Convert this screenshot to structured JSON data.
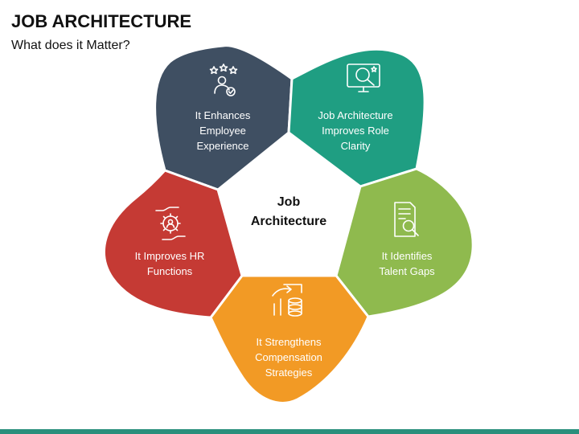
{
  "header": {
    "title": "JOB ARCHITECTURE",
    "subtitle": "What does it Matter?"
  },
  "center": {
    "line1": "Job",
    "line2": "Architecture"
  },
  "petals": [
    {
      "lines": [
        "It Enhances",
        "Employee",
        "Experience"
      ],
      "color": "#3f4f62",
      "icon": "employee-rating-icon"
    },
    {
      "lines": [
        "Job Architecture",
        "Improves Role",
        "Clarity"
      ],
      "color": "#1f9e82",
      "icon": "monitor-search-icon"
    },
    {
      "lines": [
        "It Identifies",
        "Talent Gaps"
      ],
      "color": "#8fba4e",
      "icon": "document-search-icon"
    },
    {
      "lines": [
        "It Strengthens",
        "Compensation",
        "Strategies"
      ],
      "color": "#f29a25",
      "icon": "money-growth-icon"
    },
    {
      "lines": [
        "It Improves HR",
        "Functions"
      ],
      "color": "#c53a34",
      "icon": "hr-gear-hands-icon"
    }
  ],
  "colors": {
    "outline": "#ffffff",
    "bottom_bar": "#2a8f7c"
  }
}
